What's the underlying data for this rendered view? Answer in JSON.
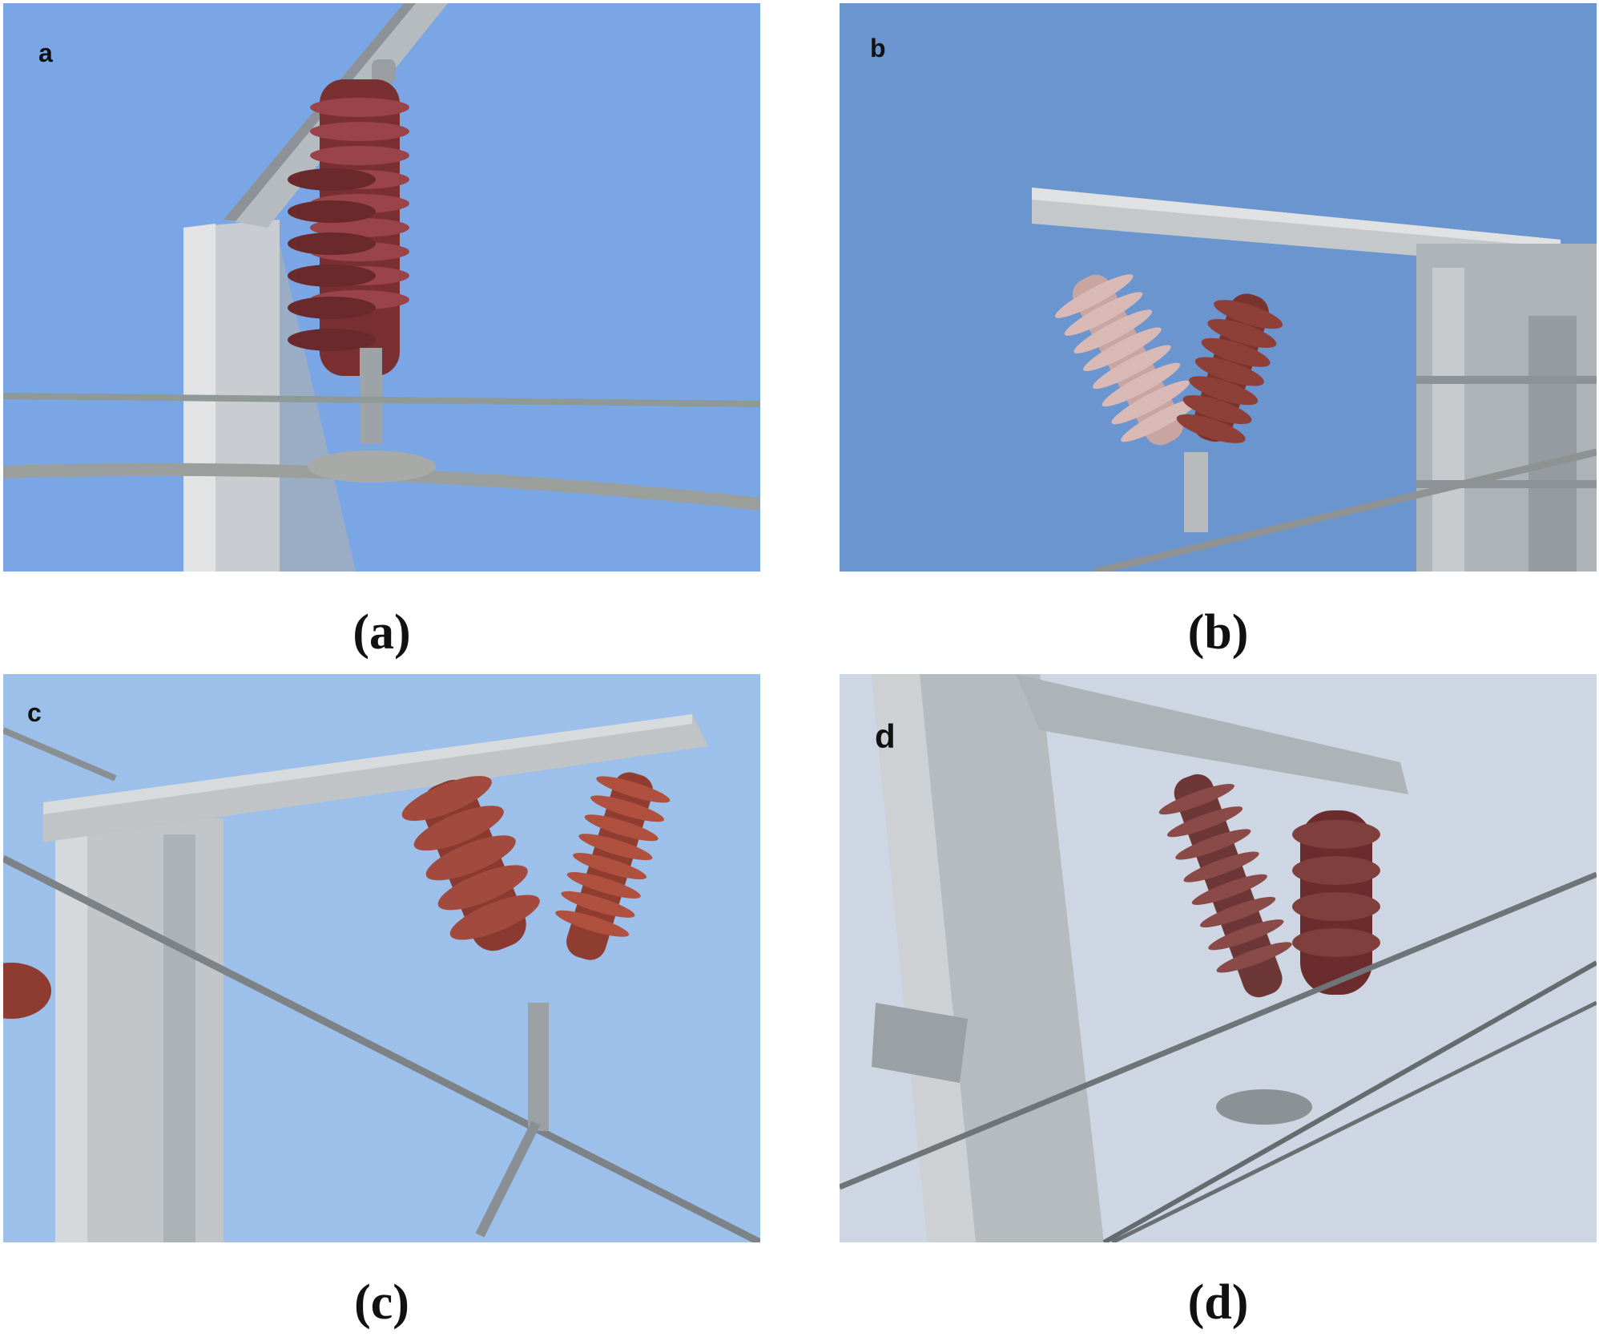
{
  "panels": [
    {
      "corner_label": "a",
      "caption": "(a)",
      "sky_color": "#7aa6e6",
      "insulator_color": "#8e3b3b"
    },
    {
      "corner_label": "b",
      "caption": "(b)",
      "sky_color": "#6b95cf",
      "insulator_color": "#8a3e37"
    },
    {
      "corner_label": "c",
      "caption": "(c)",
      "sky_color": "#9cc0ea",
      "insulator_color": "#9a4535"
    },
    {
      "corner_label": "d",
      "caption": "(d)",
      "sky_color": "#cdd6e2",
      "insulator_color": "#7e3f3d"
    }
  ]
}
